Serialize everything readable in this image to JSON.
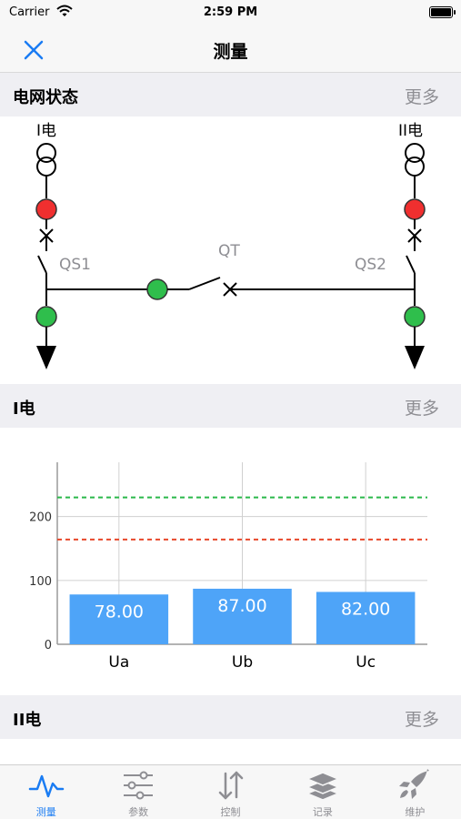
{
  "status_bar": {
    "carrier": "Carrier",
    "time": "2:59 PM"
  },
  "nav": {
    "title": "测量"
  },
  "grid_section": {
    "title": "电网状态",
    "more": "更多"
  },
  "diagram": {
    "source_left": "I电",
    "source_right": "II电",
    "switch_left": "QS1",
    "switch_right": "QS2",
    "tie_switch": "QT",
    "colors": {
      "red": "#f02f2f",
      "green": "#2fbe4c"
    }
  },
  "section1": {
    "title": "I电",
    "more": "更多"
  },
  "section2": {
    "title": "II电",
    "more": "更多"
  },
  "chart_data": {
    "type": "bar",
    "categories": [
      "Ua",
      "Ub",
      "Uc"
    ],
    "values": [
      78.0,
      87.0,
      82.0
    ],
    "value_labels": [
      "78.00",
      "87.00",
      "82.00"
    ],
    "yticks": [
      0,
      100,
      200
    ],
    "ylim": [
      0,
      285
    ],
    "limit_lines": [
      {
        "value": 230,
        "color": "#2ab84a",
        "style": "dashed"
      },
      {
        "value": 164,
        "color": "#e8472a",
        "style": "dashed"
      }
    ],
    "bar_color": "#4ea4f8",
    "grid": true
  },
  "tabs": [
    {
      "label": "测量",
      "icon": "wave-icon",
      "active": true
    },
    {
      "label": "参数",
      "icon": "sliders-icon",
      "active": false
    },
    {
      "label": "控制",
      "icon": "arrows-updown-icon",
      "active": false
    },
    {
      "label": "记录",
      "icon": "layers-icon",
      "active": false
    },
    {
      "label": "维护",
      "icon": "rocket-icon",
      "active": false
    }
  ]
}
